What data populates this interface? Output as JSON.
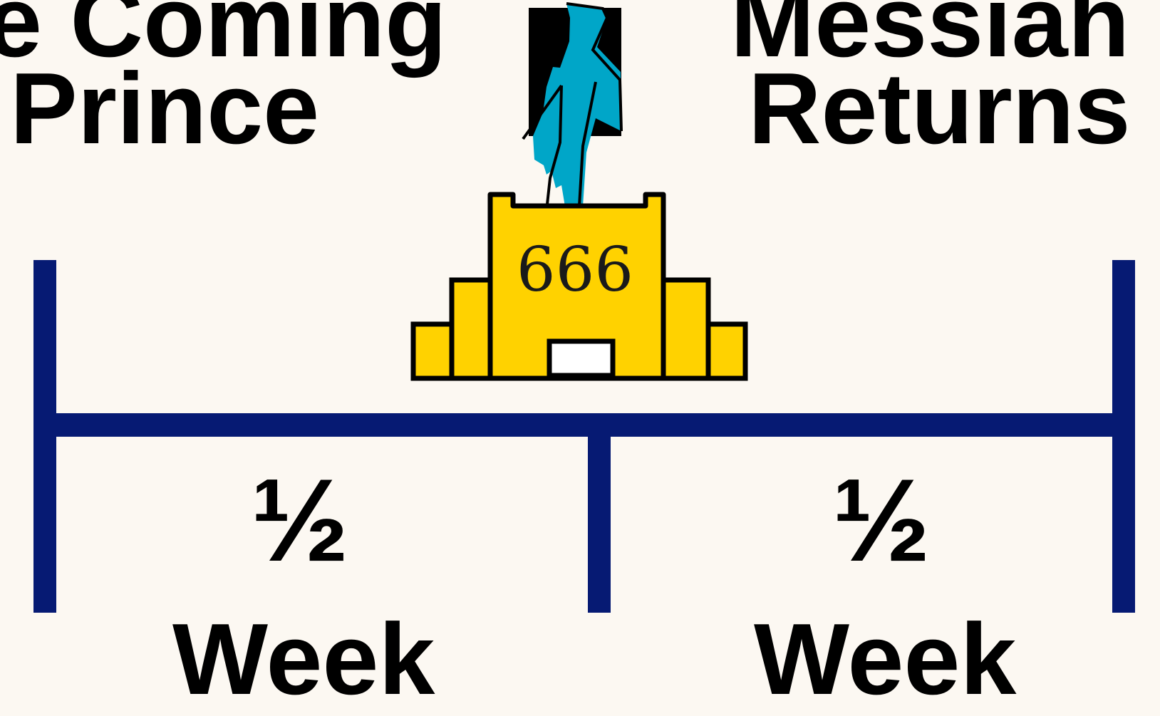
{
  "colors": {
    "background": "#fcf8f2",
    "timeline": "#061a73",
    "temple_fill": "#ffd200",
    "temple_outline": "#000000",
    "figure": "#00a6c8",
    "text": "#000000"
  },
  "labels": {
    "top_left_line": "e Coming",
    "top_left_second": "Prince",
    "top_right_line": "Messiah",
    "top_right_second": "Returns",
    "temple_number": "666",
    "left_fraction": "½",
    "left_unit": "Week",
    "right_fraction": "½",
    "right_unit": "Week"
  },
  "icons": {
    "temple": "temple-icon",
    "figure": "prince-figure-icon"
  }
}
